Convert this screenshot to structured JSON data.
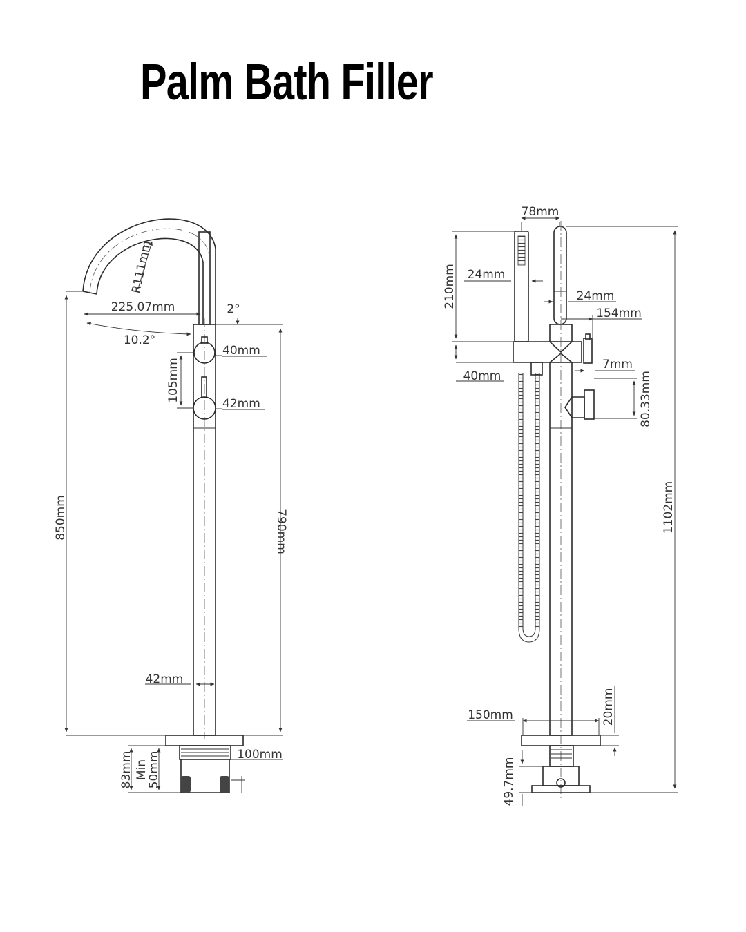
{
  "title": "Palm Bath Filler",
  "left_view": {
    "labels": {
      "radius": "R111mm",
      "spout_reach": "225.07mm",
      "spout_angle": "10.2°",
      "top_angle": "2°",
      "handle_top_dia": "40mm",
      "handle_spacing": "105mm",
      "handle_low_dia": "42mm",
      "overall_height": "850mm",
      "body_height": "790mm",
      "body_dia": "42mm",
      "base_dia": "100mm",
      "depth": "83mm",
      "min_depth_line1": "Min",
      "min_depth_line2": "50mm"
    }
  },
  "right_view": {
    "labels": {
      "spacing_top": "78mm",
      "handset_length": "210mm",
      "handset_dia": "24mm",
      "body_top_dia": "24mm",
      "body_offset": "154mm",
      "cradle_height": "40mm",
      "lever_offset": "7mm",
      "lever_height": "80.33mm",
      "overall_height": "1102mm",
      "base_plate": "150mm",
      "base_thickness": "20mm",
      "fixing_depth": "49.7mm"
    }
  }
}
